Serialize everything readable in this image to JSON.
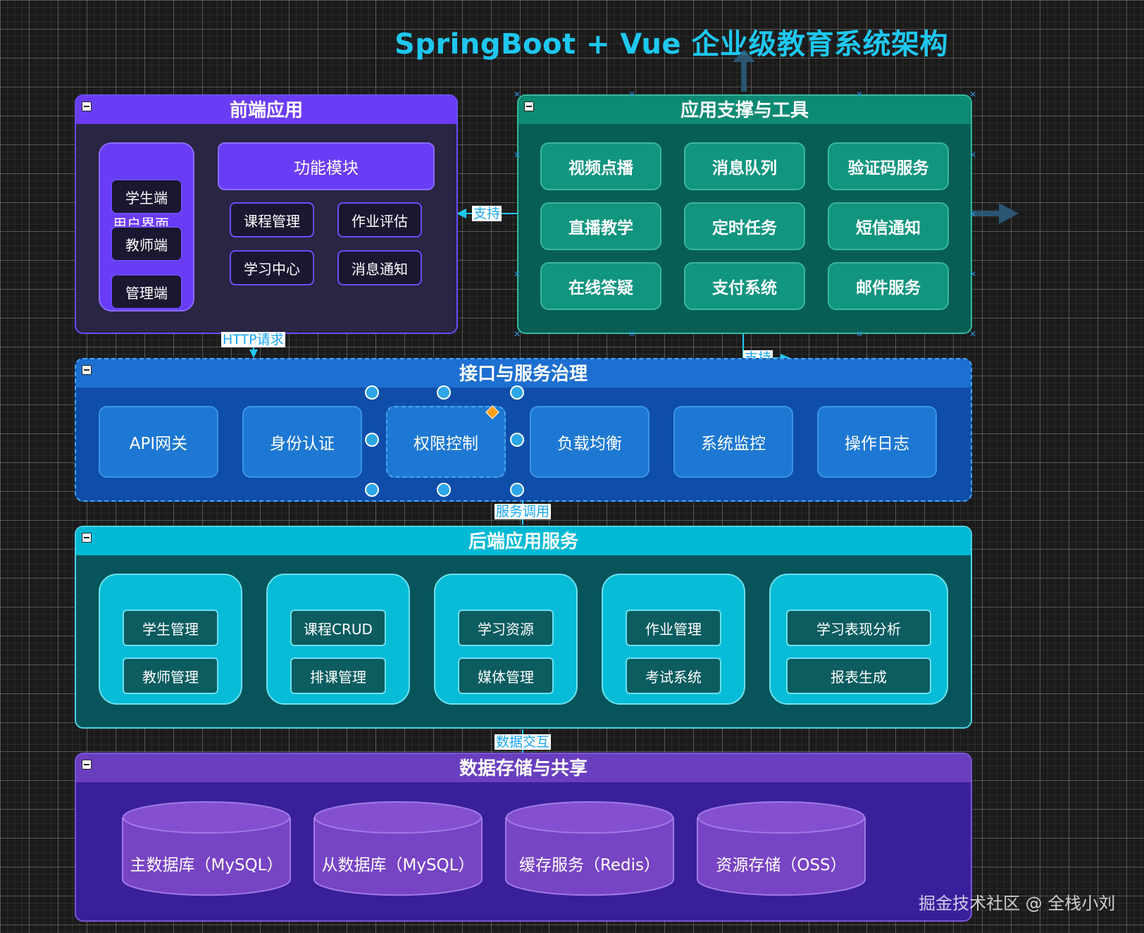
{
  "title": "SpringBoot + Vue 企业级教育系统架构",
  "frontend": {
    "header": "前端应用",
    "user_ui_label": "用户界面",
    "clients": [
      "学生端",
      "教师端",
      "管理端"
    ],
    "module_header": "功能模块",
    "modules": [
      "课程管理",
      "作业评估",
      "学习中心",
      "消息通知"
    ]
  },
  "tools": {
    "header": "应用支撑与工具",
    "items": [
      "视频点播",
      "消息队列",
      "验证码服务",
      "直播教学",
      "定时任务",
      "短信通知",
      "在线答疑",
      "支付系统",
      "邮件服务"
    ]
  },
  "gateway": {
    "header": "接口与服务治理",
    "items": [
      "API网关",
      "身份认证",
      "权限控制",
      "负载均衡",
      "系统监控",
      "操作日志"
    ]
  },
  "backend": {
    "header": "后端应用服务",
    "groups": [
      [
        "学生管理",
        "教师管理"
      ],
      [
        "课程CRUD",
        "排课管理"
      ],
      [
        "学习资源",
        "媒体管理"
      ],
      [
        "作业管理",
        "考试系统"
      ],
      [
        "学习表现分析",
        "报表生成"
      ]
    ]
  },
  "storage": {
    "header": "数据存储与共享",
    "items": [
      "主数据库（MySQL）",
      "从数据库（MySQL）",
      "缓存服务（Redis）",
      "资源存储（OSS）"
    ]
  },
  "edges": {
    "support_left": "支持",
    "http": "HTTP请求",
    "support_down": "支持",
    "service_call": "服务调用",
    "data_exchange": "数据交互"
  },
  "colors": {
    "frontend": "#6b3cf5",
    "tools": "#0d8a73",
    "gateway": "#1d6fd1",
    "backend": "#00b9d4",
    "storage": "#6a3fbf",
    "title": "#1ec8f0"
  },
  "watermark": "掘金技术社区 @ 全栈小刘"
}
